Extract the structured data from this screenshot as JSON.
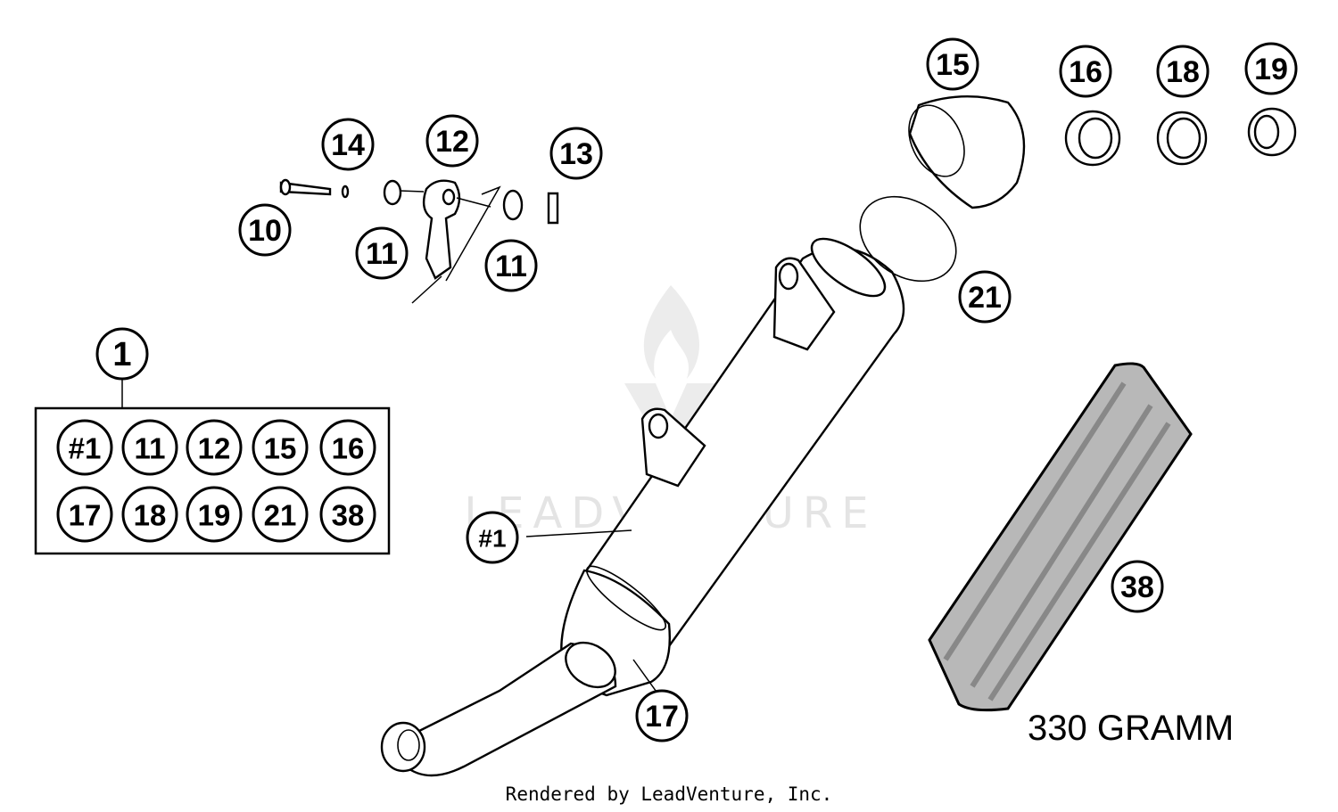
{
  "diagram": {
    "watermark": "LEADVENTURE",
    "footer": "Rendered by LeadVenture, Inc.",
    "weight_note": "330 GRAMM",
    "kit": {
      "label": "1",
      "contents_row1": [
        "#1",
        "11",
        "12",
        "15",
        "16"
      ],
      "contents_row2": [
        "17",
        "18",
        "19",
        "21",
        "38"
      ]
    },
    "callouts": {
      "c10": "10",
      "c11a": "11",
      "c11b": "11",
      "c12": "12",
      "c13": "13",
      "c14": "14",
      "c15": "15",
      "c16": "16",
      "c18": "18",
      "c19": "19",
      "c21": "21",
      "c38": "38",
      "c17": "17",
      "c_main": "#1"
    }
  }
}
